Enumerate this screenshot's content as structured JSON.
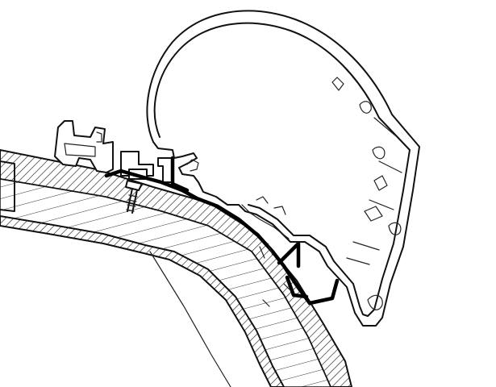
{
  "drawing": {
    "parts": {
      "awning_case": "awning-case-profile",
      "roof_wall": "vehicle-roof-section",
      "adapter_rail": "adapter-rail-profile",
      "top_profile": "roof-edge-profile",
      "screw": "fixing-screw",
      "inner_panel": "interior-ceiling-panel"
    },
    "colors": {
      "line": "#111111",
      "background": "#ffffff"
    }
  }
}
